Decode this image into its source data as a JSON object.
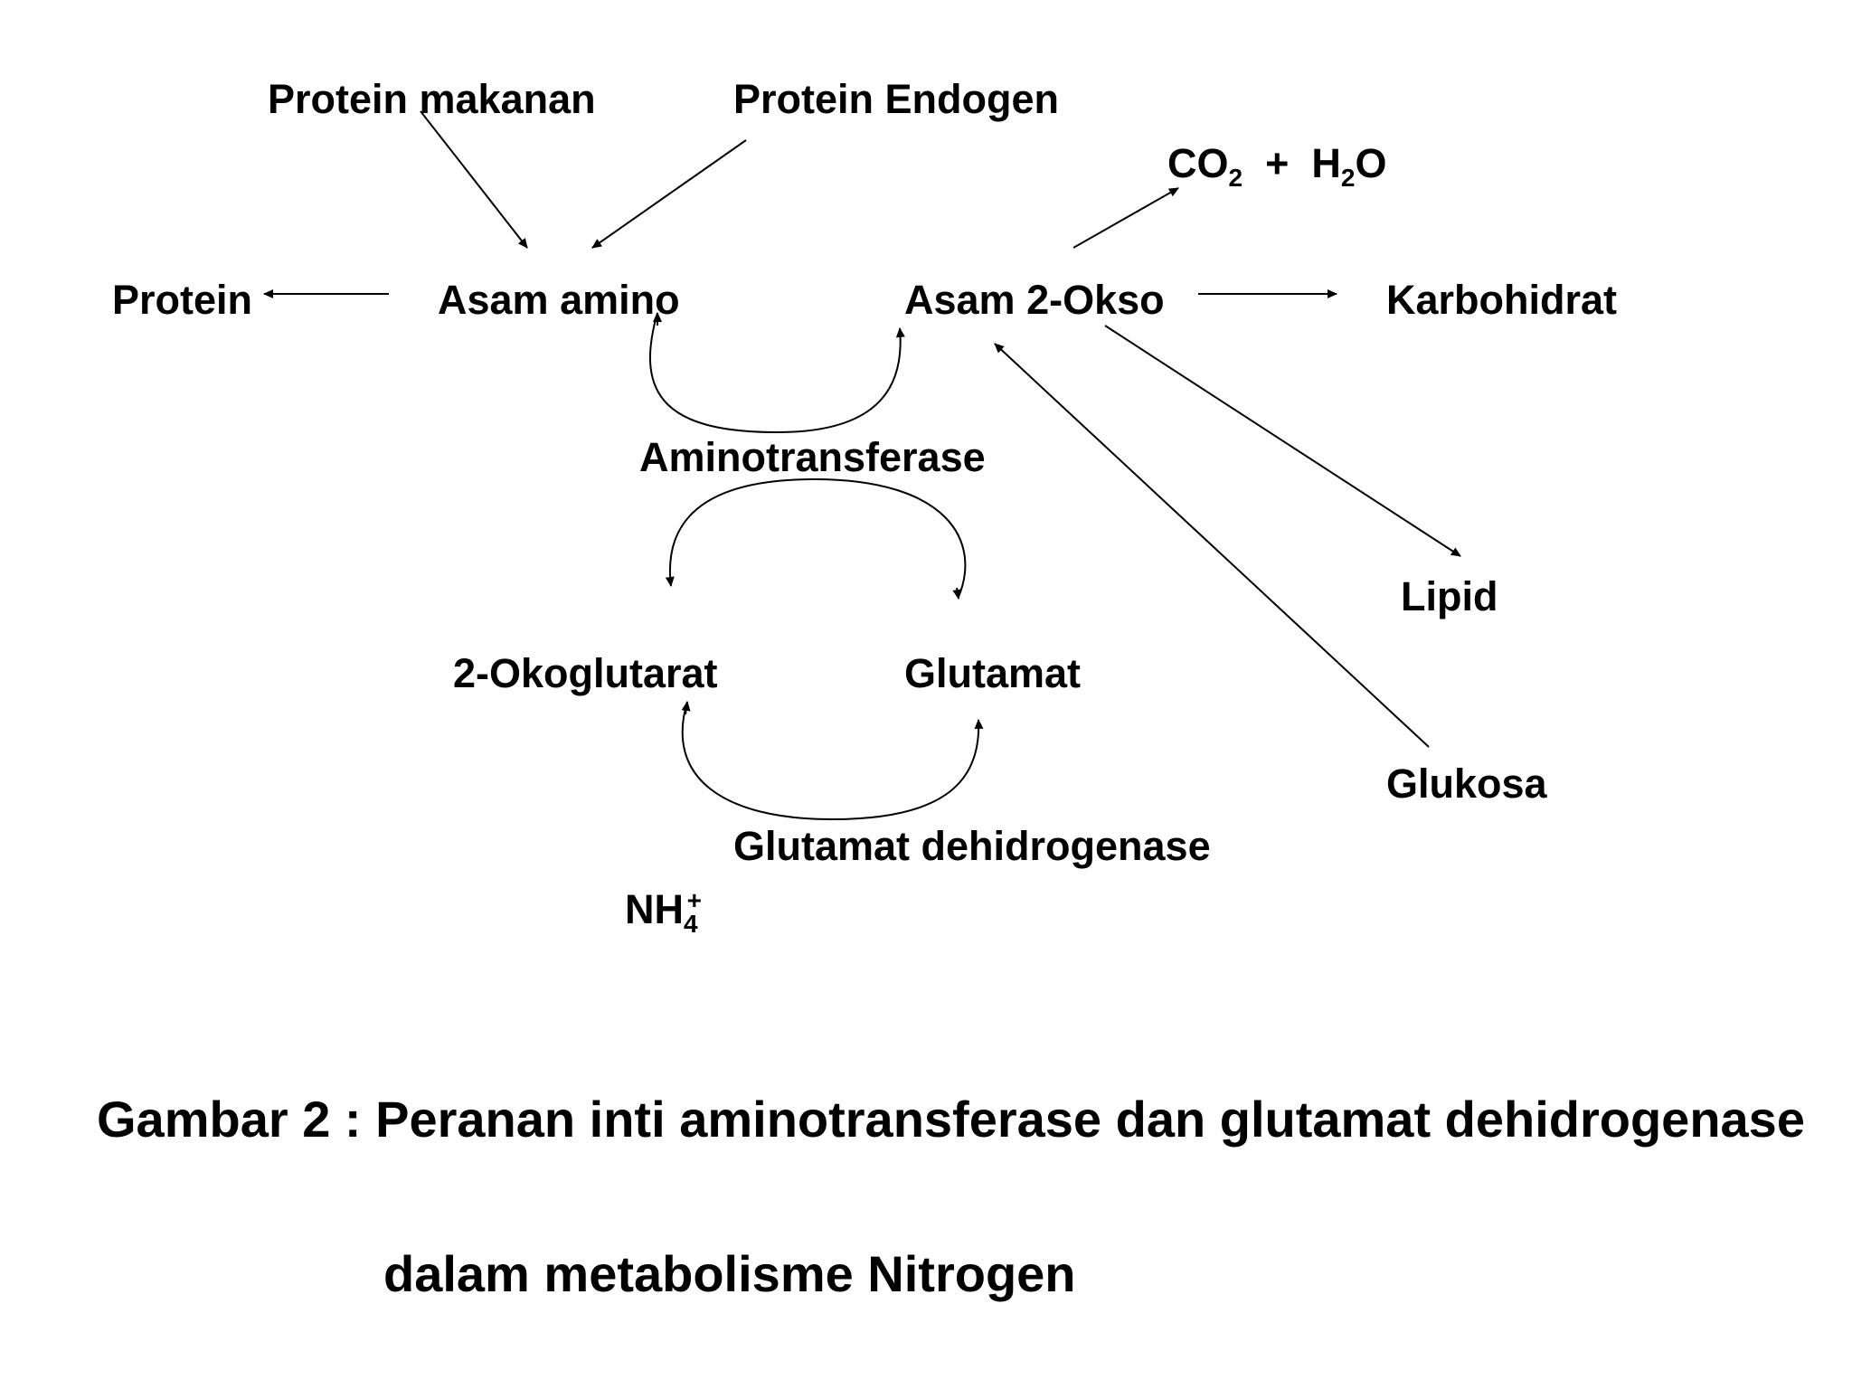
{
  "diagram": {
    "nodes": {
      "protein_makanan": "Protein makanan",
      "protein_endogen": "Protein Endogen",
      "co2": "CO",
      "co2_sub": "2",
      "plus": "+",
      "h2o_h": "H",
      "h2o_sub": "2",
      "h2o_o": "O",
      "protein": "Protein",
      "asam_amino": "Asam amino",
      "asam_2_okso": "Asam 2-Okso",
      "karbohidrat": "Karbohidrat",
      "aminotransferase": "Aminotransferase",
      "lipid": "Lipid",
      "okoglutarat": "2-Okoglutarat",
      "glutamat": "Glutamat",
      "glukosa": "Glukosa",
      "glutamat_dehidrogenase": "Glutamat dehidrogenase",
      "nh4": "NH",
      "nh4_sub": "4",
      "nh4_sup": "+"
    }
  },
  "caption": {
    "line1": "Gambar 2 : Peranan inti aminotransferase dan glutamat dehidrogenase",
    "line2": "dalam metabolisme Nitrogen"
  }
}
